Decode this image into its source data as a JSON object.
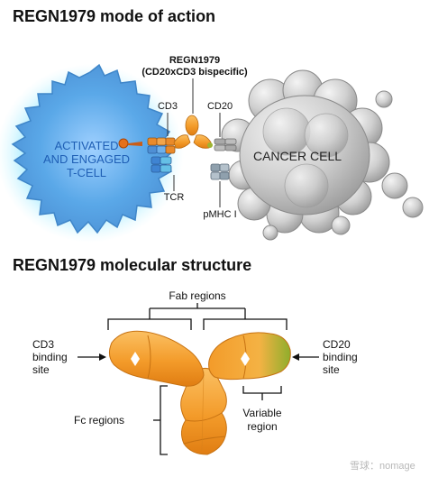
{
  "mode_of_action": {
    "title": "REGN1979 mode of action",
    "drug_name": "REGN1979",
    "drug_subtitle": "(CD20xCD3 bispecific)",
    "tcell_line1": "ACTIVATED",
    "tcell_line2": "AND ENGAGED",
    "tcell_line3": "T-CELL",
    "cd3": "CD3",
    "cd20": "CD20",
    "tcr": "TCR",
    "pmhc": "pMHC I",
    "cancer": "CANCER CELL"
  },
  "structure": {
    "title": "REGN1979 molecular structure",
    "fab": "Fab regions",
    "cd3_site_1": "CD3",
    "cd3_site_2": "binding",
    "cd3_site_3": "site",
    "cd20_site_1": "CD20",
    "cd20_site_2": "binding",
    "cd20_site_3": "site",
    "fc": "Fc regions",
    "variable_1": "Variable",
    "variable_2": "region"
  },
  "watermark": "雪球：nomage",
  "colors": {
    "tcell": "#5aa8e8",
    "cancer": "#c8c8c8",
    "antibody": "#f39b2a",
    "cd20_tip": "#9cb431"
  }
}
